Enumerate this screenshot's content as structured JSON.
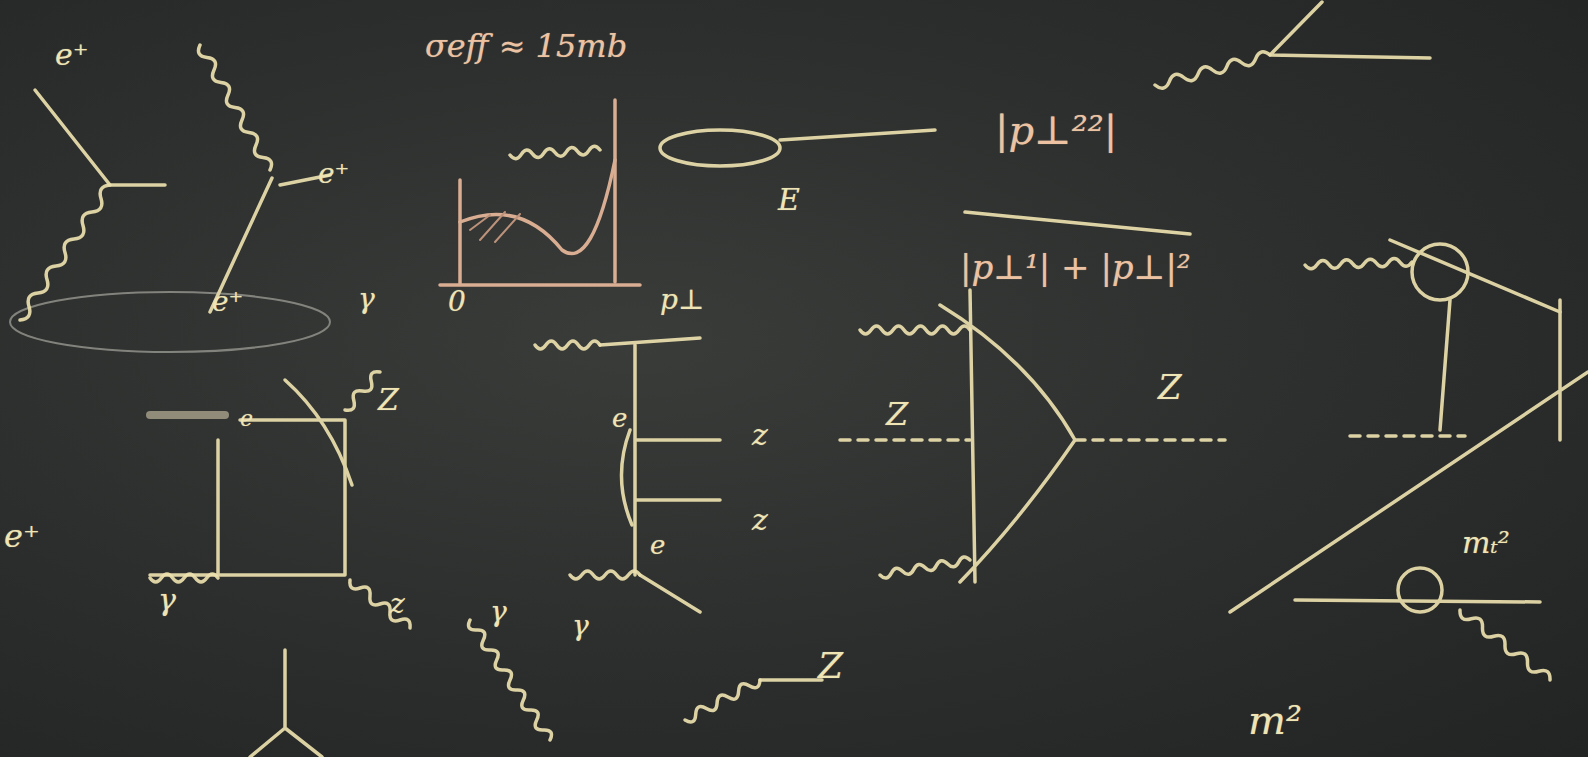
{
  "diagram": {
    "labels": [
      "e⁺",
      "e⁺",
      "e⁺",
      "σeff ≈ 15mb",
      "E",
      "|p⊥²²|",
      "|p⊥¹| + |p⊥|²",
      "γ",
      "0",
      "p⊥",
      "Z",
      "e",
      "e",
      "z",
      "Z",
      "Z",
      "z",
      "e",
      "e⁺",
      "γ",
      "z",
      "γ",
      "γ",
      "Z",
      "mₜ²",
      "m²"
    ]
  }
}
